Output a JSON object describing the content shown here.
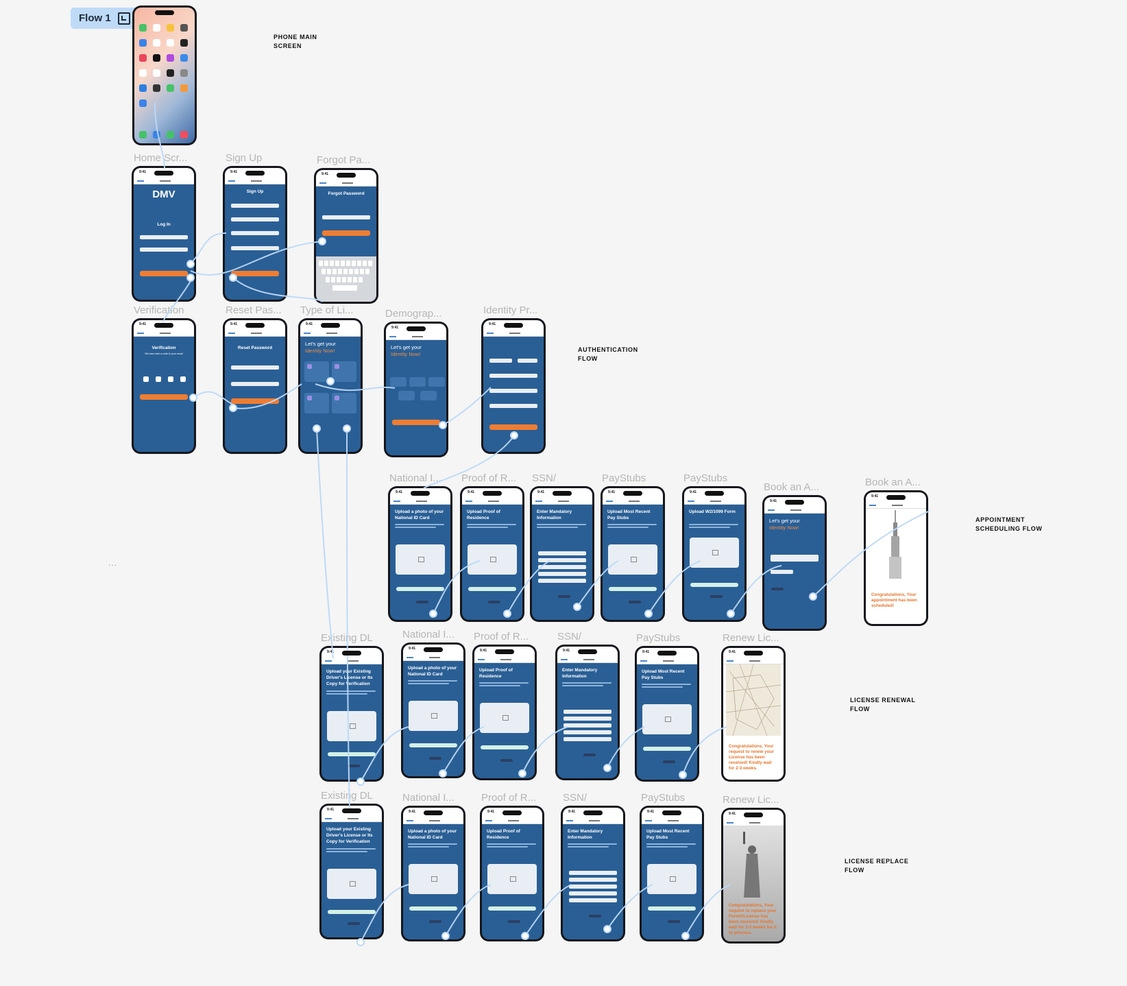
{
  "flow_tag": {
    "label": "Flow 1",
    "icon": "play-frame-icon"
  },
  "sections": {
    "phone_main": "PHONE MAIN\nSCREEN",
    "authentication": "AUTHENTICATION\nFLOW",
    "appointment": "APPOINTMENT\nSCHEDULING FLOW",
    "renewal": "LICENSE RENEWAL\nFLOW",
    "replace": "LICENSE REPLACE\nFLOW"
  },
  "frames": {
    "home": "Home Scr...",
    "signup": "Sign Up",
    "forgot": "Forgot Pa...",
    "verification": "Verification",
    "reset": "Reset Pas...",
    "typeof": "Type of Li...",
    "demograph": "Demograp...",
    "identity": "Identity Pr...",
    "a_national": "National I...",
    "a_proof": "Proof of R...",
    "a_ssn": "SSN/",
    "a_paystubs": "PayStubs",
    "a_paystubs2": "PayStubs",
    "a_book1": "Book an A...",
    "a_book2": "Book an A...",
    "r_existing": "Existing DL",
    "r_national": "National I...",
    "r_proof": "Proof of R...",
    "r_ssn": "SSN/",
    "r_paystubs": "PayStubs",
    "r_renew": "Renew Lic...",
    "p_existing": "Existing DL",
    "p_national": "National I...",
    "p_proof": "Proof of R...",
    "p_ssn": "SSN/",
    "p_paystubs": "PayStubs",
    "p_renew": "Renew Lic..."
  },
  "screens": {
    "home_brand": "DMV",
    "home_title": "Log In",
    "signup_title": "Sign Up",
    "forgot_title": "Forgot Password",
    "verification_title": "Verification",
    "verification_note": "We have sent a code to your email",
    "reset_title": "Reset Password",
    "identity_title": "Let's get your",
    "identity_accent": "Identity Now!",
    "upload_national": "Upload a photo of your National ID Card",
    "upload_proof": "Upload Proof of Residence",
    "enter_mandatory": "Enter Mandatory Information",
    "upload_paystubs": "Upload Most Recent Pay Stubs",
    "upload_w2": "Upload W2/1099 Form",
    "upload_existing": "Upload your Existing Driver's License or Its Copy for Verification",
    "congrats_appointment": "Congratulations, Your appointment has been scheduled!",
    "congrats_renew": "Congratulations, Your request to renew your License has been received! Kindly wait for 2-3 weeks.",
    "congrats_replace": "Congratulations, Your request to replace your Permit/License has been received! Kindly wait for 2-3 weeks for it to process."
  },
  "colors": {
    "canvas": "#f5f5f5",
    "screen_blue": "#2a5f95",
    "accent_orange": "#ef7d32",
    "wire": "#bcd9f7",
    "flow_tag": "#bfdaf7"
  }
}
